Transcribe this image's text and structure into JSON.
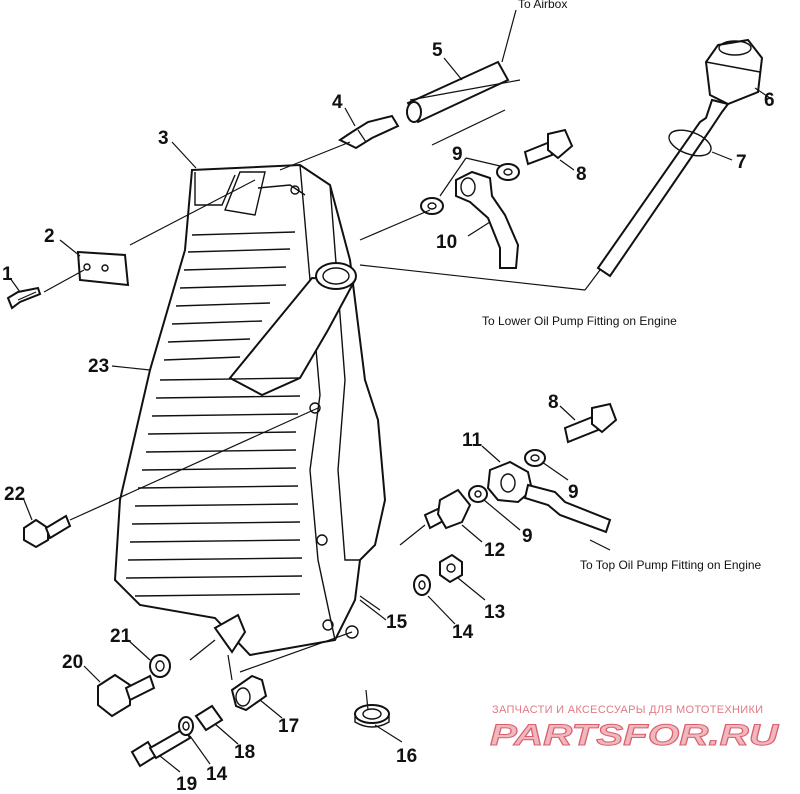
{
  "callouts": [
    {
      "id": "c1",
      "label": "1"
    },
    {
      "id": "c2",
      "label": "2"
    },
    {
      "id": "c3",
      "label": "3"
    },
    {
      "id": "c4",
      "label": "4"
    },
    {
      "id": "c5",
      "label": "5"
    },
    {
      "id": "c6",
      "label": "6"
    },
    {
      "id": "c7",
      "label": "7"
    },
    {
      "id": "c8a",
      "label": "8"
    },
    {
      "id": "c8b",
      "label": "8"
    },
    {
      "id": "c9a",
      "label": "9"
    },
    {
      "id": "c9b",
      "label": "9"
    },
    {
      "id": "c9c",
      "label": "9"
    },
    {
      "id": "c10",
      "label": "10"
    },
    {
      "id": "c11",
      "label": "11"
    },
    {
      "id": "c12",
      "label": "12"
    },
    {
      "id": "c13",
      "label": "13"
    },
    {
      "id": "c14a",
      "label": "14"
    },
    {
      "id": "c14b",
      "label": "14"
    },
    {
      "id": "c15",
      "label": "15"
    },
    {
      "id": "c16",
      "label": "16"
    },
    {
      "id": "c17",
      "label": "17"
    },
    {
      "id": "c18",
      "label": "18"
    },
    {
      "id": "c19",
      "label": "19"
    },
    {
      "id": "c20",
      "label": "20"
    },
    {
      "id": "c21",
      "label": "21"
    },
    {
      "id": "c22",
      "label": "22"
    },
    {
      "id": "c23",
      "label": "23"
    }
  ],
  "annotations": {
    "airbox": "To Airbox",
    "lower_pump": "To Lower Oil Pump Fitting on Engine",
    "top_pump": "To Top Oil Pump Fitting on Engine"
  },
  "watermark": {
    "tagline": "ЗАПЧАСТИ И АКСЕССУАРЫ ДЛЯ МОТОТЕХНИКИ",
    "brand": "PARTSFOR.RU"
  },
  "colors": {
    "line": "#111111",
    "watermark_text": "#e07a86",
    "watermark_logo": "#d9606f"
  }
}
